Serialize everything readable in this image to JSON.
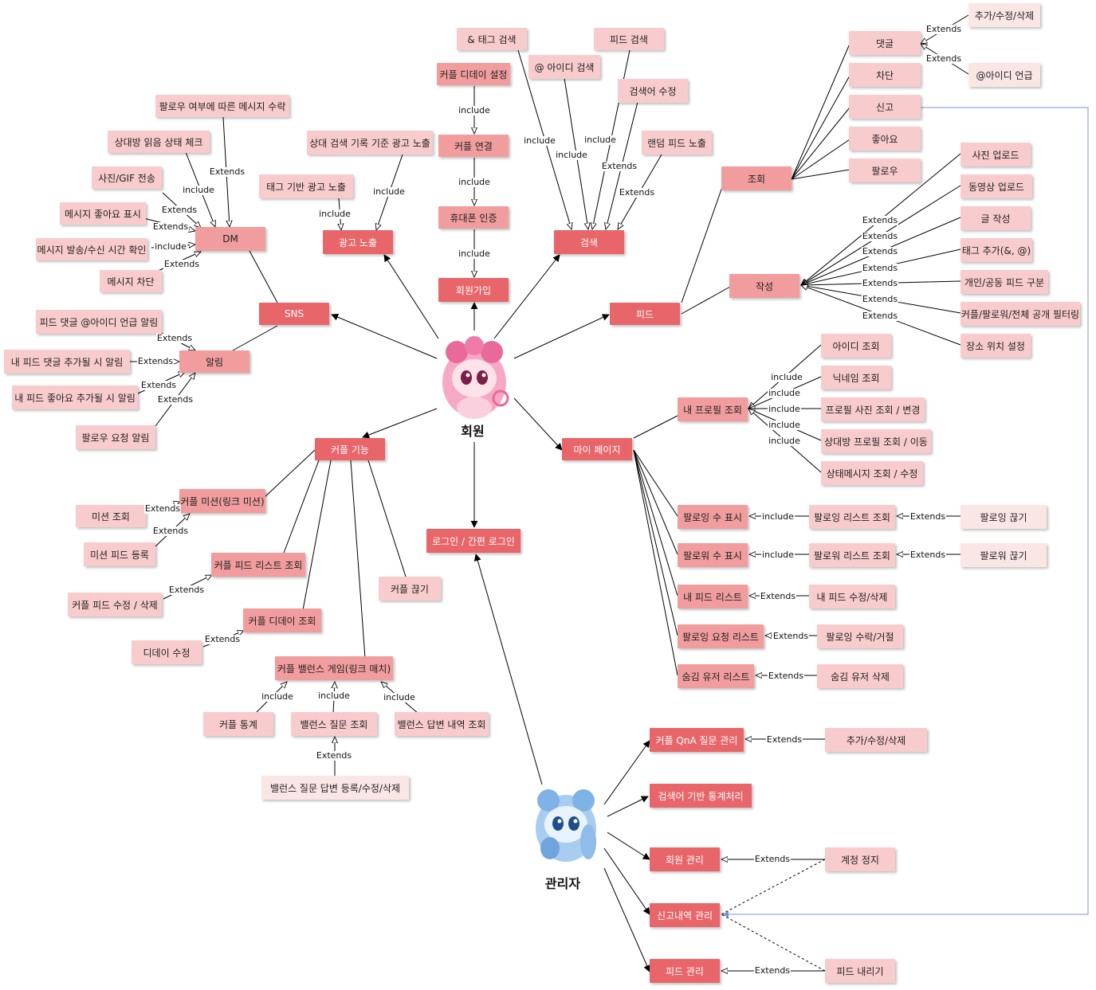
{
  "actors": {
    "member": "회원",
    "admin": "관리자"
  },
  "nodes": {
    "sns": "SNS",
    "dm": "DM",
    "alarm": "알림",
    "ad_exposure": "광고 노출",
    "signup": "회원가입",
    "search": "검색",
    "feed": "피드",
    "mypage": "마이 페이지",
    "couple_func": "커플 기능",
    "login": "로그인 / 간편 로그인",
    "dm_follow_msg": "팔로우 여부에 따른 메시지 수락",
    "dm_read_check": "상대방 읽음 상태 체크",
    "dm_photo_gif": "사진/GIF 전송",
    "dm_msg_like": "메시지 좋아요 표시",
    "dm_msg_time": "메시지 발송/수신 시간 확인",
    "dm_msg_block": "메시지 차단",
    "ad_search_history": "상대 검색 기록 기준 광고 노출",
    "ad_tag_based": "태그 기반 광고 노출",
    "couple_dday_setting": "커플 디데이 설정",
    "couple_connect": "커플 연결",
    "phone_verify": "휴대폰 인증",
    "search_tag": "& 태그 검색",
    "search_id": "@ 아이디 검색",
    "search_feed": "피드 검색",
    "search_edit": "검색어 수정",
    "random_feed": "랜덤 피드 노출",
    "alarm_mention": "피드 댓글 @아이디 언급 알림",
    "alarm_comment": "내 피드 댓글 추가될 시 알림",
    "alarm_like": "내 피드 좋아요 추가될 시 알림",
    "alarm_follow_req": "팔로우 요청 알림",
    "couple_mission": "커플 미션(링크 미션)",
    "mission_view": "미션 조회",
    "mission_feed_reg": "미션 피드 등록",
    "couple_feed_list": "커플 피드 리스트 조회",
    "couple_feed_edit": "커플 피드 수정 / 삭제",
    "couple_dday_view": "커플 디데이 조회",
    "dday_edit": "디데이 수정",
    "couple_break": "커플 끊기",
    "balance_game": "커플 밸런스 게임(링크 매치)",
    "couple_stats": "커플 통계",
    "balance_q_view": "밸런스 질문 조회",
    "balance_a_history": "밸런스 답변 내역 조회",
    "balance_a_crud": "밸런스 질문 답변 등록/수정/삭제",
    "view": "조회",
    "comment": "댓글",
    "comment_crud": "추가/수정/삭제",
    "comment_mention": "@아이디 언급",
    "block": "차단",
    "report": "신고",
    "like": "좋아요",
    "follow": "팔로우",
    "write": "작성",
    "photo_upload": "사진 업로드",
    "video_upload": "동영상 업로드",
    "text_write": "글 작성",
    "tag_add": "태그 추가(&, @)",
    "personal_shared": "개인/공동 피드 구분",
    "visibility_filter": "커플/팔로워/전체 공개 필터링",
    "location_set": "장소 위치 설정",
    "my_profile": "내 프로필 조회",
    "id_view": "아이디 조회",
    "nickname_view": "닉네임 조회",
    "profile_photo": "프로필 사진 조회 / 변경",
    "partner_profile": "상대방 프로필 조회 / 이동",
    "status_msg": "상태메시지 조회 / 수정",
    "following_count": "팔로잉 수 표시",
    "following_list": "팔로잉 리스트 조회",
    "unfollow_following": "팔로잉 끊기",
    "follower_count": "팔로워 수 표시",
    "follower_list": "팔로워 리스트 조회",
    "unfollow_follower": "팔로워 끊기",
    "my_feed_list": "내 피드 리스트",
    "my_feed_edit": "내 피드 수정/삭제",
    "follow_req_list": "팔로잉 요청 리스트",
    "follow_accept": "팔로잉 수락/거절",
    "hidden_users": "숨김 유저 리스트",
    "hidden_delete": "숨김 유저 삭제",
    "qna_manage": "커플 QnA 질문 관리",
    "qna_crud": "추가/수정/삭제",
    "keyword_stats": "검색어 기반 통계처리",
    "member_manage": "회원 관리",
    "account_suspend": "계정 정지",
    "report_manage": "신고내역 관리",
    "feed_manage": "피드 관리",
    "feed_takedown": "피드 내리기"
  },
  "relations": {
    "include": "include",
    "extends": "Extends"
  },
  "colors": {
    "level1": "#e8666a",
    "level2": "#f19d9e",
    "level3": "#f8cccd",
    "level4": "#fbe6e6",
    "report_link": "#6f97d6"
  }
}
